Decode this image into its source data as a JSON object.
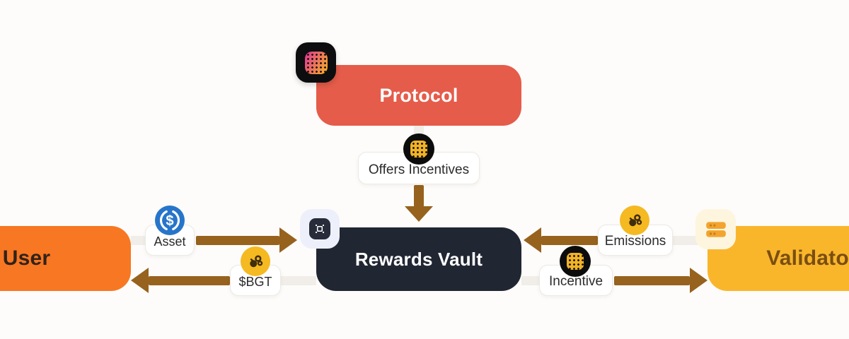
{
  "diagram": {
    "background": "#FDFCFA",
    "arrow_color": "#96621D",
    "connector_color": "#F1EEE9"
  },
  "nodes": {
    "protocol": {
      "label": "Protocol",
      "color": "#E55C4A",
      "text_color": "#FFFFFF",
      "icon": "berachain-app-icon"
    },
    "rewards_vault": {
      "label": "Rewards Vault",
      "color": "#212633",
      "text_color": "#FFFFFF",
      "icon": "vault-frame-icon"
    },
    "user": {
      "label": "User",
      "color": "#F87723",
      "text_color": "#30231A"
    },
    "validator": {
      "label": "Validator",
      "color": "#FAB62B",
      "text_color": "#7A4E12",
      "icon": "server-icon"
    }
  },
  "edges": {
    "offers_incentives": {
      "label": "Offers Incentives",
      "icon": "honeycomb-coin-icon",
      "from": "protocol",
      "to": "rewards_vault"
    },
    "asset": {
      "label": "Asset",
      "icon": "usdc-coin-icon",
      "from": "user",
      "to": "rewards_vault"
    },
    "bgt": {
      "label": "$BGT",
      "icon": "bgt-bee-coin-icon",
      "from": "rewards_vault",
      "to": "user"
    },
    "emissions": {
      "label": "Emissions",
      "icon": "bgt-bee-coin-icon",
      "from": "validator",
      "to": "rewards_vault"
    },
    "incentive": {
      "label": "Incentive",
      "icon": "honeycomb-coin-icon",
      "from": "rewards_vault",
      "to": "validator"
    }
  },
  "icon_colors": {
    "gold_coin": "#F5B921",
    "usdc_blue": "#2775CA",
    "waffle_gold": "#F0B229",
    "badge_black": "#0D0D0F",
    "badge_lavender": "#EDF0FB",
    "badge_cream": "#FEF5DE",
    "server_bar": "#F2A42E"
  }
}
